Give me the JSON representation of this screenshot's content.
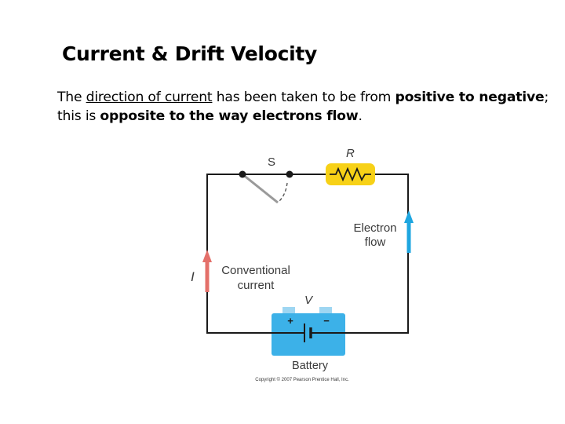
{
  "slide": {
    "title": "Current & Drift Velocity",
    "paragraph": {
      "t1": "The ",
      "t2": "direction of current",
      "t3": " has been taken to be from ",
      "t4": "positive to negative",
      "t5": ";",
      "t6": "this is ",
      "t7": "opposite to the way electrons flow",
      "t8": "."
    }
  },
  "diagram": {
    "switch_label": "S",
    "resistor_label": "R",
    "electron_flow": [
      "Electron",
      "flow"
    ],
    "conventional_current": [
      "Conventional",
      "current"
    ],
    "current_symbol": "I",
    "voltage_label": "V",
    "battery_plus": "+",
    "battery_minus": "−",
    "battery_label": "Battery",
    "copyright": "Copyright © 2007 Pearson Prentice Hall, Inc.",
    "colors": {
      "wire": "#1a1a1a",
      "resistor": "#f7d117",
      "battery": "#3cb1e8",
      "conventional_arrow": "#e4706a",
      "electron_arrow": "#1ea6e0",
      "switch_blade": "#9a9a9a"
    }
  }
}
